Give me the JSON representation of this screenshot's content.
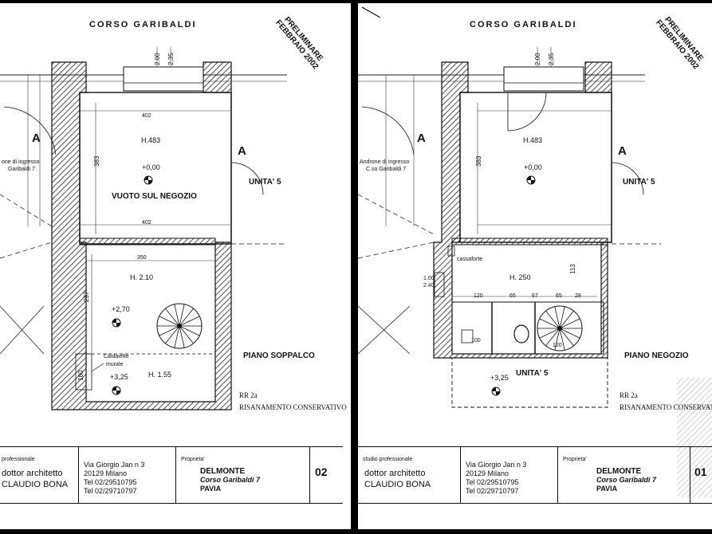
{
  "sheets": [
    {
      "street": "CORSO GARIBALDI",
      "stamp": "PRELIMINARE\nFEBBRAIO 2002",
      "dim_a": "2.00",
      "dim_b": "2,35",
      "section_marker": "A",
      "entrance_label_1": "one di ingresso",
      "entrance_label_2": "Garibaldi 7",
      "room_upper": {
        "height": "H.483",
        "level": "+0,00",
        "name": "VUOTO SUL NEGOZIO",
        "dim_top": "402",
        "dim_bottom": "402",
        "dim_side": "383"
      },
      "room_lower": {
        "height": "H. 2.10",
        "level": "+2,70",
        "dim_top": "350",
        "dim_side": "297"
      },
      "boiler_label_1": "Caldaiette",
      "boiler_label_2": "murale",
      "boiler_dim": "160",
      "loft_level": "+3,25",
      "loft_height": "H. 1.55",
      "unit_label": "UNITA' 5",
      "plan_name": "PIANO SOPPALCO",
      "rr": "RR 2a",
      "intervention": "RISANAMENTO CONSERVATIVO",
      "title_block": {
        "studio": "professionale",
        "role": "dottor architetto",
        "architect": "CLAUDIO BONA",
        "address_1": "Via Giorgio Jan n 3",
        "address_2": "20129 Milano",
        "tel": "Tel 02/29510795",
        "fax": "Tel 02/29710797",
        "owner_label": "Proprieta'",
        "owner": "DELMONTE",
        "owner_address": "Corso Garibaldi 7",
        "city": "PAVIA",
        "sheet_number": "02"
      }
    },
    {
      "street": "CORSO GARIBALDI",
      "stamp": "PRELIMINARE\nFEBBRAIO 2002",
      "dim_a": "2.00",
      "dim_b": "2,35",
      "section_marker": "A",
      "entrance_label_1": "Androne di ingresso",
      "entrance_label_2": "C.so Garibaldi 7",
      "room_upper": {
        "height": "H.483",
        "level": "+0,00",
        "dim_side": "383"
      },
      "safe_label": "cassaforte",
      "room_lower": {
        "height": "H. 250",
        "dim_side": "113"
      },
      "dims_row": [
        "120",
        "65",
        "67",
        "65",
        "28"
      ],
      "door_dims": [
        "1.00",
        "2.40"
      ],
      "wc_dims": [
        "100",
        "120"
      ],
      "loft_level": "+3,25",
      "unit_label": "UNITA' 5",
      "unit_label_2": "UNITA' 5",
      "plan_name": "PIANO NEGOZIO",
      "rr": "RR 2a",
      "intervention": "RISANAMENTO CONSERVATIVO",
      "title_block": {
        "studio": "studio professionale",
        "role": "dottor architetto",
        "architect": "CLAUDIO BONA",
        "address_1": "Via Giorgio Jan n 3",
        "address_2": "20129 Milano",
        "tel": "Tel 02/29510795",
        "fax": "Tel 02/29710797",
        "owner_label": "Proprieta'",
        "owner": "DELMONTE",
        "owner_address": "Corso Garibaldi 7",
        "city": "PAVIA",
        "sheet_number": "01"
      }
    }
  ]
}
